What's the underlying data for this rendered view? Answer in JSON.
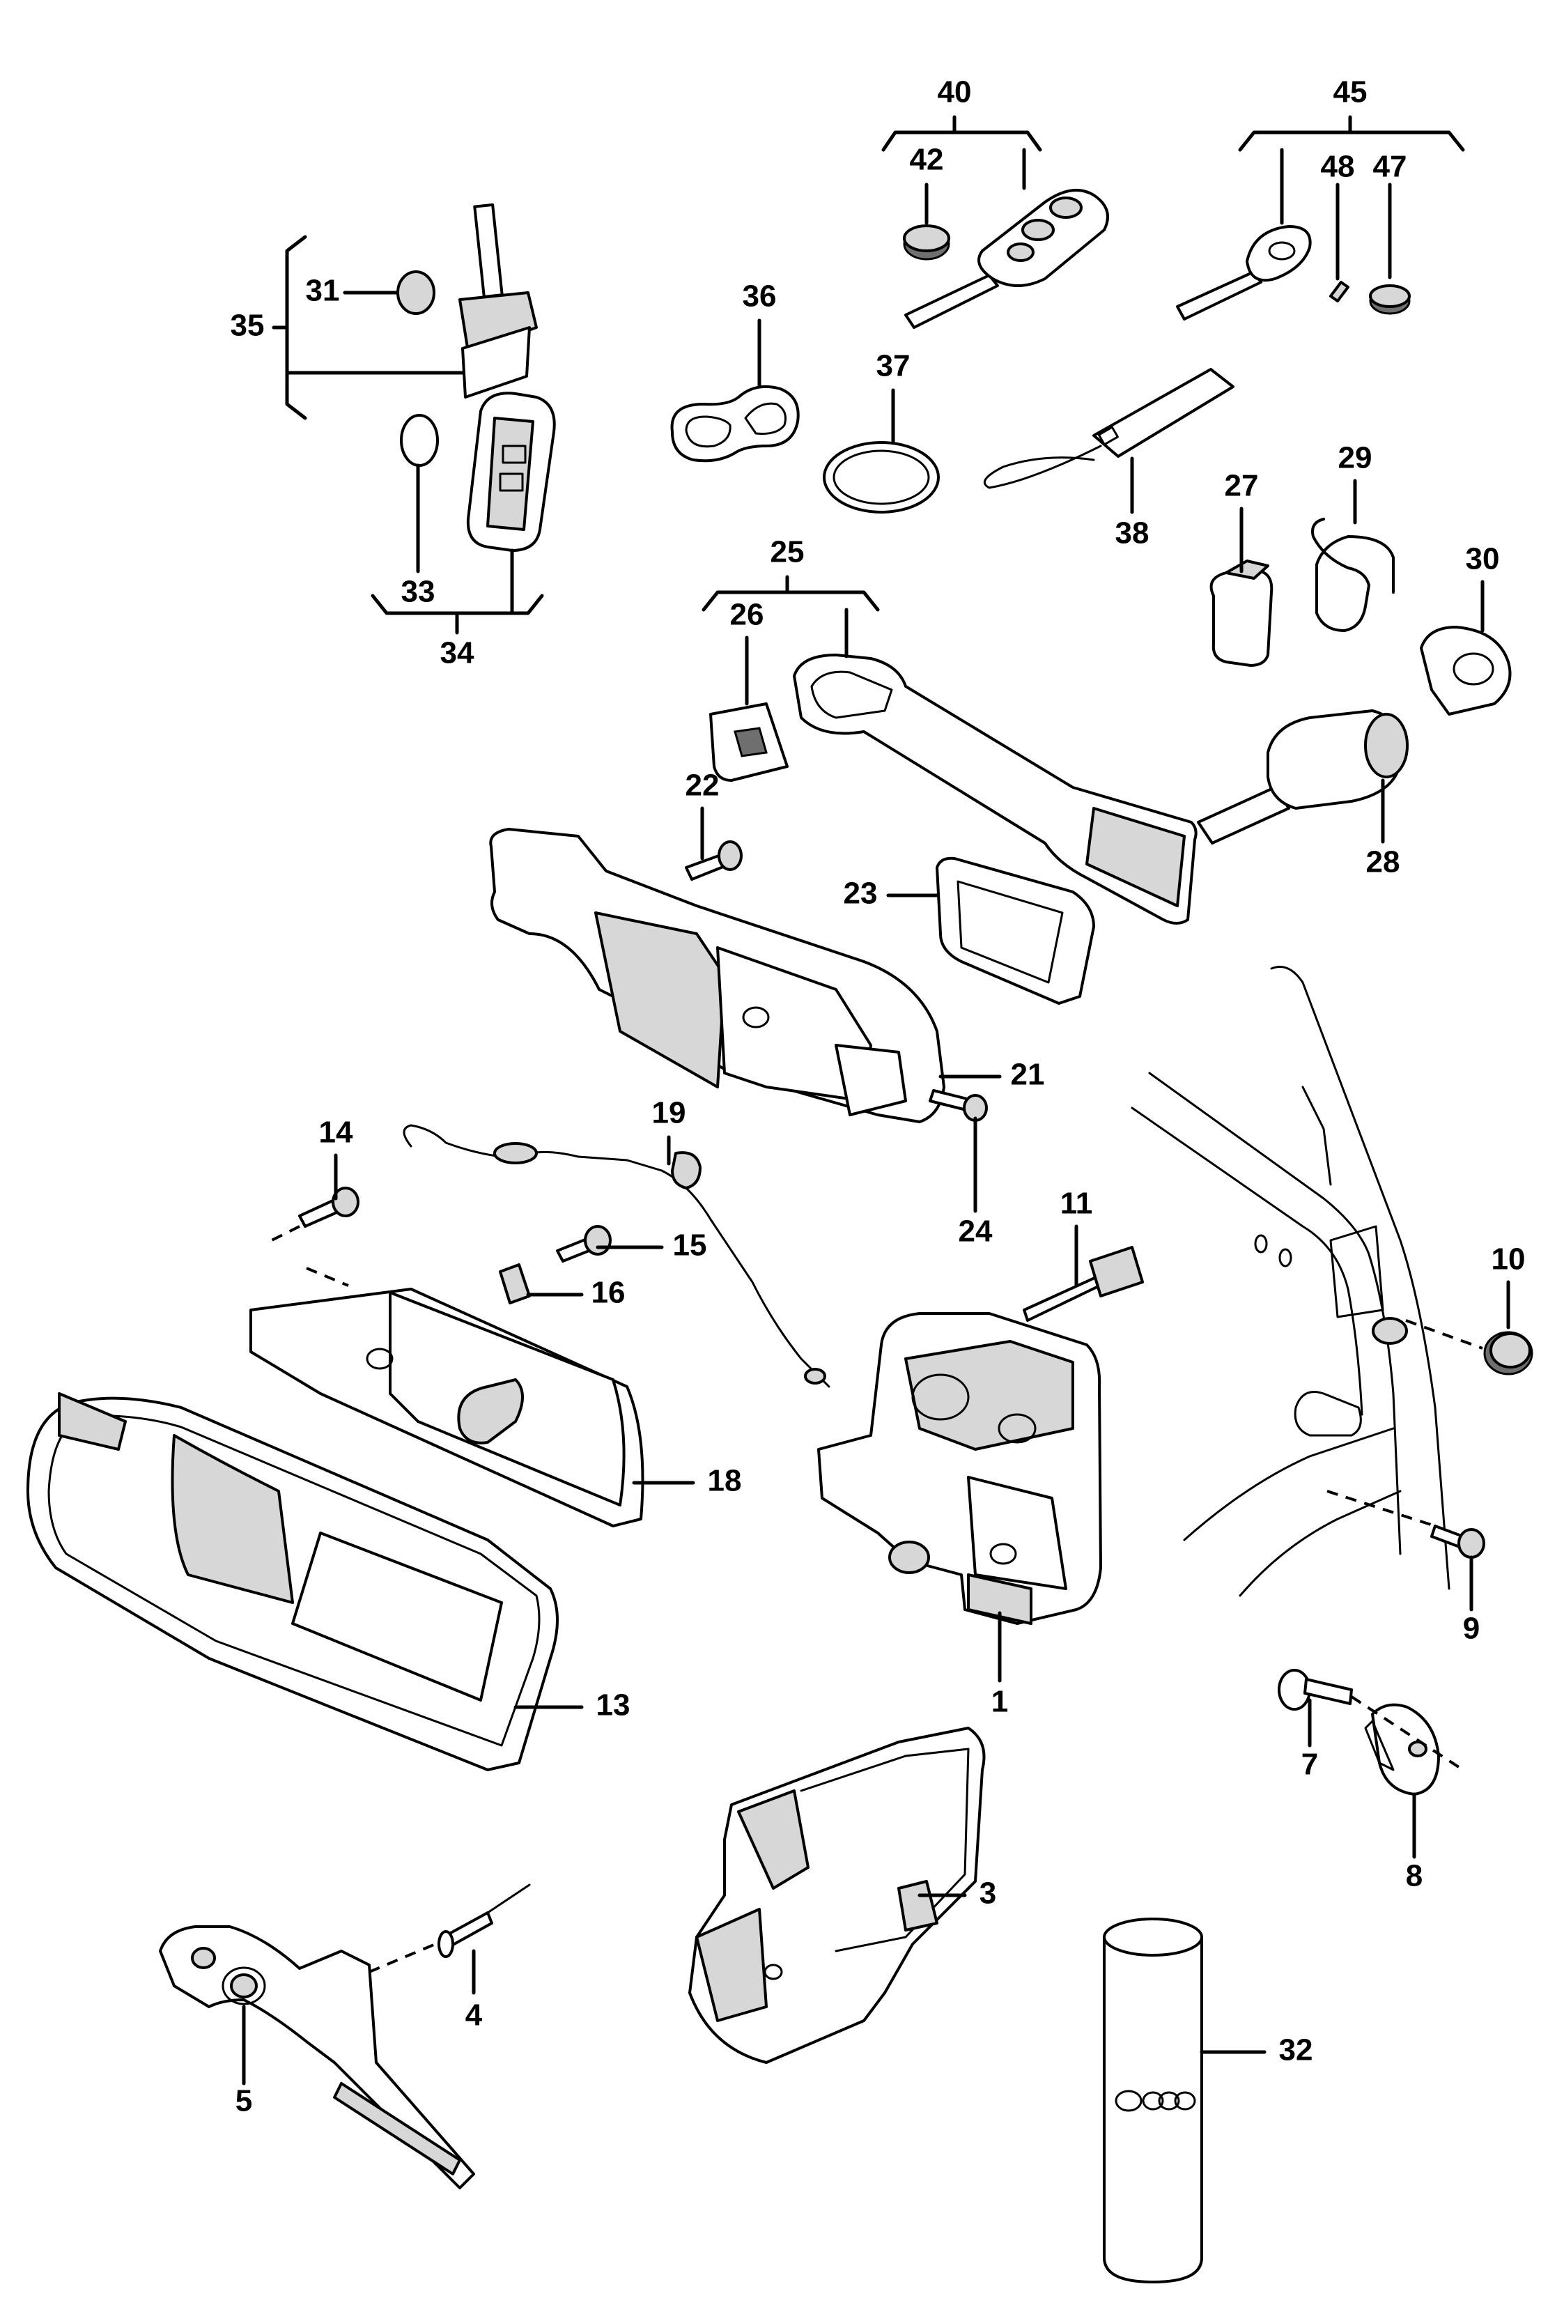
{
  "diagram": {
    "callouts": [
      {
        "id": "1",
        "label": "1"
      },
      {
        "id": "3",
        "label": "3"
      },
      {
        "id": "4",
        "label": "4"
      },
      {
        "id": "5",
        "label": "5"
      },
      {
        "id": "7",
        "label": "7"
      },
      {
        "id": "8",
        "label": "8"
      },
      {
        "id": "9",
        "label": "9"
      },
      {
        "id": "10",
        "label": "10"
      },
      {
        "id": "11",
        "label": "11"
      },
      {
        "id": "13",
        "label": "13"
      },
      {
        "id": "14",
        "label": "14"
      },
      {
        "id": "15",
        "label": "15"
      },
      {
        "id": "16",
        "label": "16"
      },
      {
        "id": "18",
        "label": "18"
      },
      {
        "id": "19",
        "label": "19"
      },
      {
        "id": "21",
        "label": "21"
      },
      {
        "id": "22",
        "label": "22"
      },
      {
        "id": "23",
        "label": "23"
      },
      {
        "id": "24",
        "label": "24"
      },
      {
        "id": "25",
        "label": "25"
      },
      {
        "id": "26",
        "label": "26"
      },
      {
        "id": "27",
        "label": "27"
      },
      {
        "id": "28",
        "label": "28"
      },
      {
        "id": "29",
        "label": "29"
      },
      {
        "id": "30",
        "label": "30"
      },
      {
        "id": "31",
        "label": "31"
      },
      {
        "id": "32",
        "label": "32"
      },
      {
        "id": "33",
        "label": "33"
      },
      {
        "id": "34",
        "label": "34"
      },
      {
        "id": "35",
        "label": "35"
      },
      {
        "id": "36",
        "label": "36"
      },
      {
        "id": "37",
        "label": "37"
      },
      {
        "id": "38",
        "label": "38"
      },
      {
        "id": "40",
        "label": "40"
      },
      {
        "id": "42",
        "label": "42"
      },
      {
        "id": "45",
        "label": "45"
      },
      {
        "id": "47",
        "label": "47"
      },
      {
        "id": "48",
        "label": "48"
      }
    ]
  }
}
